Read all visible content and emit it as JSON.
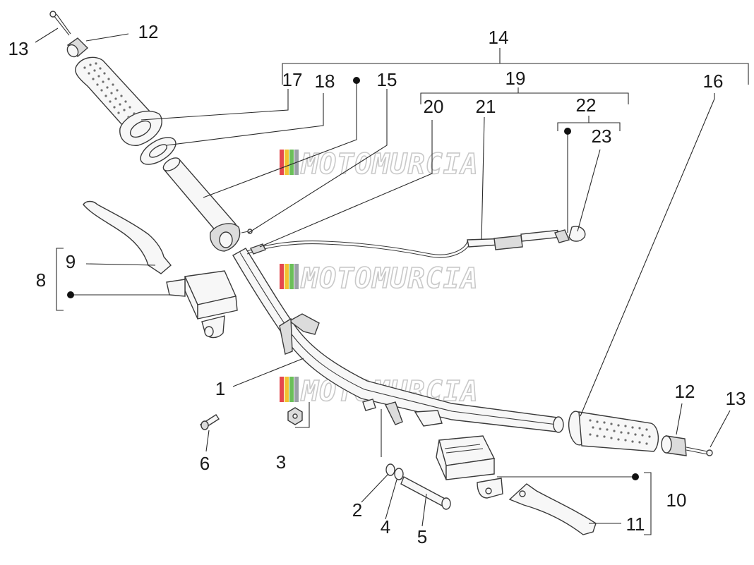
{
  "watermark": {
    "text": "MOTOMURCIA",
    "stripe_colors": [
      "#e5484d",
      "#f2c230",
      "#6bbf59",
      "#9aa0a6"
    ]
  },
  "callouts": {
    "c1": "1",
    "c2": "2",
    "c3": "3",
    "c4": "4",
    "c5": "5",
    "c6": "6",
    "c8": "8",
    "c9": "9",
    "c10": "10",
    "c11": "11",
    "c12_top": "12",
    "c12_right": "12",
    "c13_top": "13",
    "c13_right": "13",
    "c14": "14",
    "c15": "15",
    "c16": "16",
    "c17": "17",
    "c18": "18",
    "c19": "19",
    "c20": "20",
    "c21": "21",
    "c22": "22",
    "c23": "23"
  }
}
